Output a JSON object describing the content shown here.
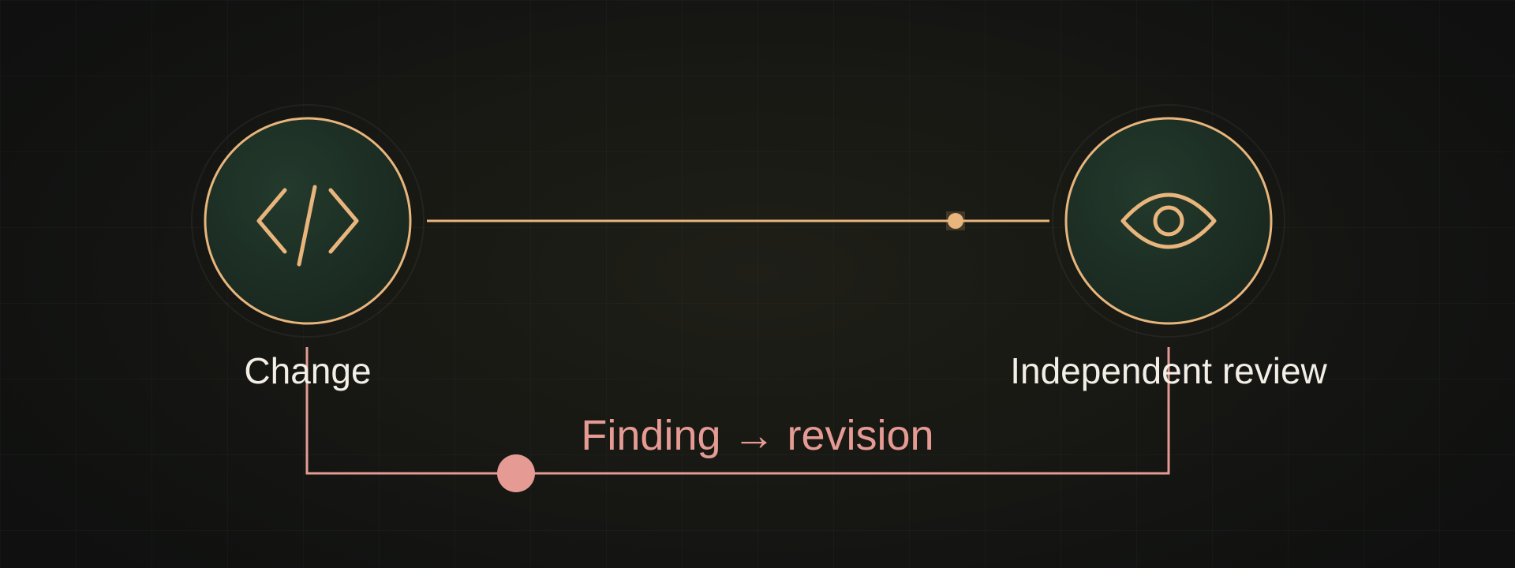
{
  "nodes": {
    "change": {
      "label": "Change",
      "icon": "code-icon"
    },
    "review": {
      "label": "Independent review",
      "icon": "eye-icon"
    }
  },
  "loop": {
    "label": "Finding → revision"
  },
  "colors": {
    "background": "#141512",
    "node_fill": "#1f3327",
    "node_ring": "#e8b57c",
    "connector": "#e8b57c",
    "feedback": "#e59b94",
    "label_text": "#f3efe6"
  }
}
